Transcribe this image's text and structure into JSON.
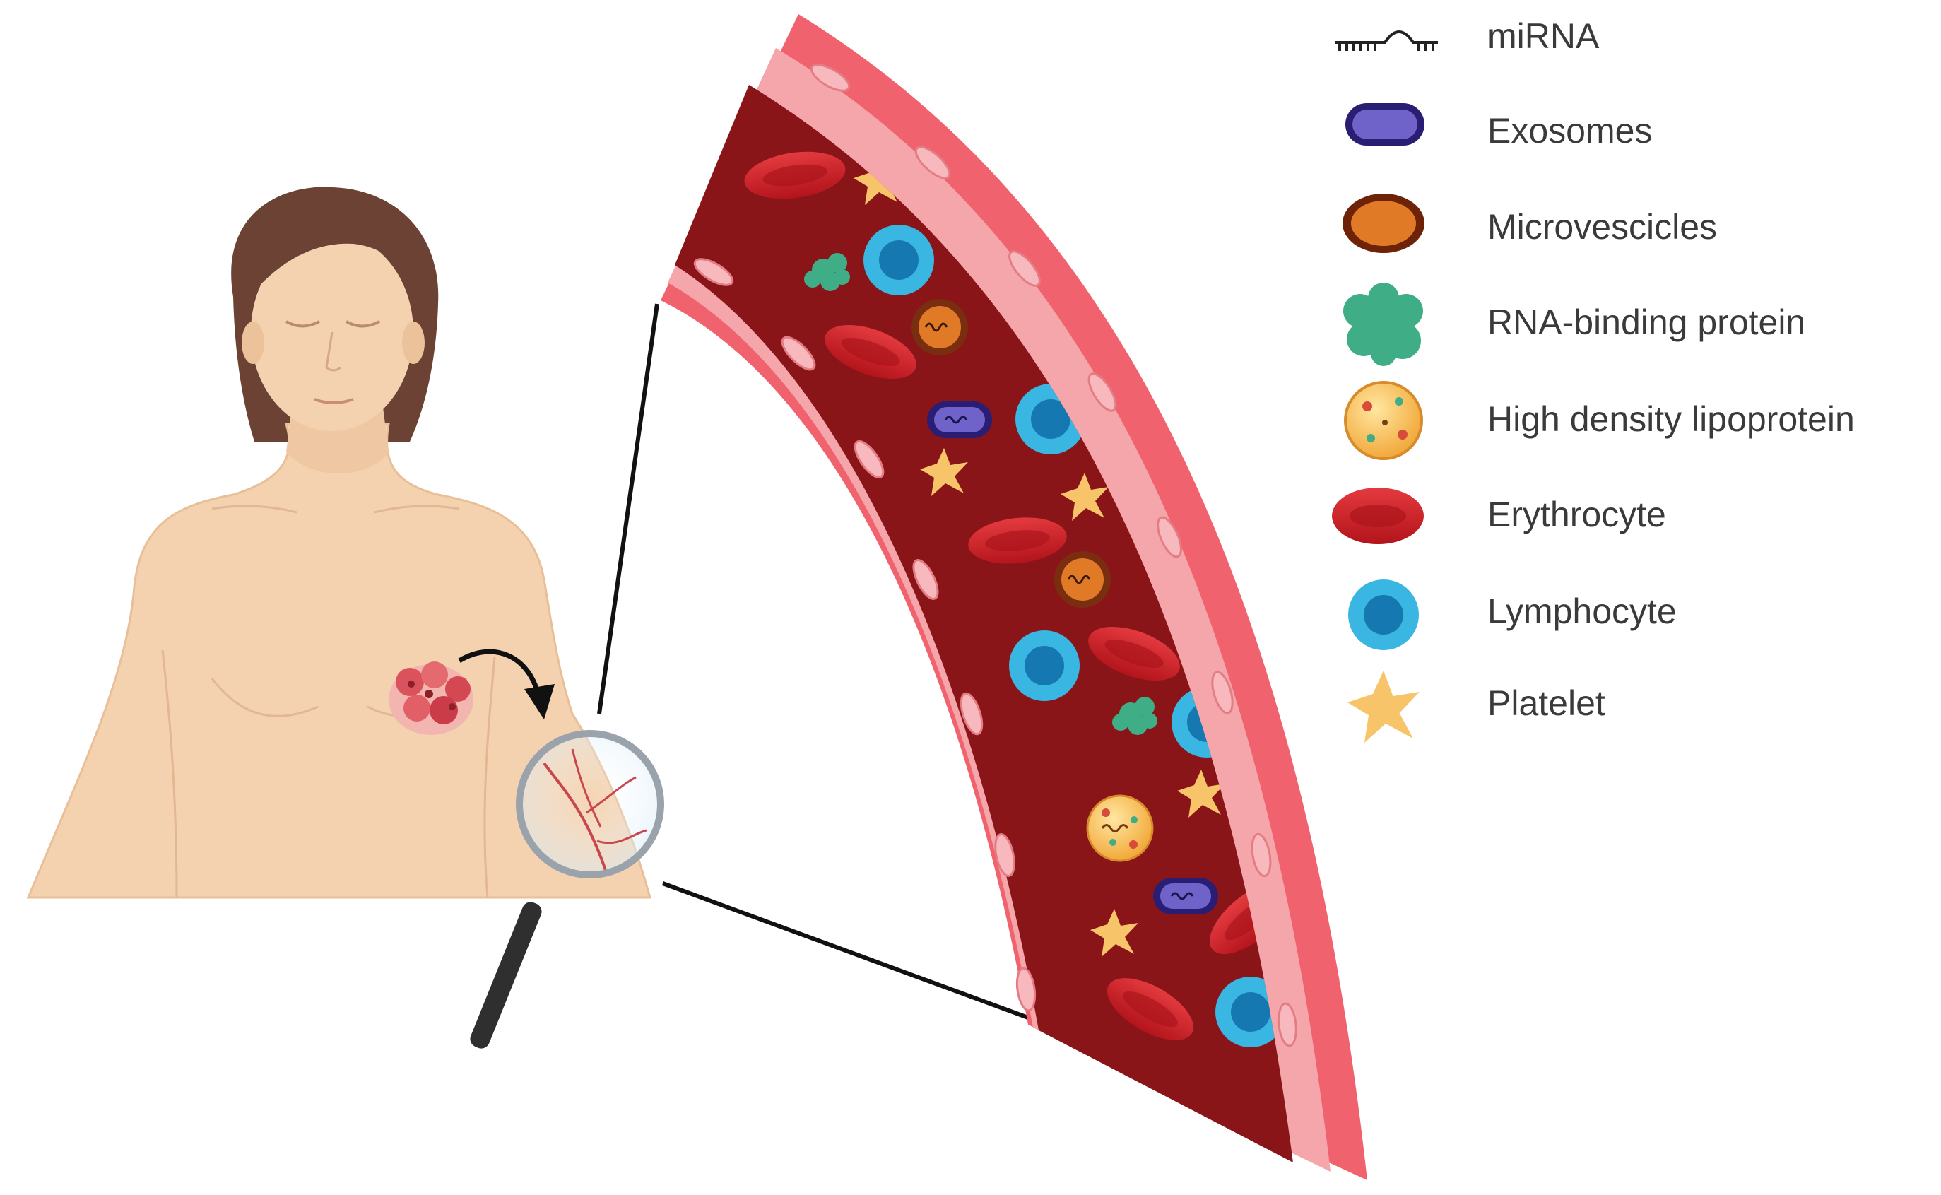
{
  "legend": {
    "items": [
      {
        "label": "miRNA",
        "icon": "mirna-icon"
      },
      {
        "label": "Exosomes",
        "icon": "exosome-icon",
        "color": "#6f63c9"
      },
      {
        "label": "Microvescicles",
        "icon": "microvesicle-icon",
        "color": "#e07a26"
      },
      {
        "label": "RNA-binding protein",
        "icon": "rna-binding-protein-icon",
        "color": "#3fae86"
      },
      {
        "label": "High density lipoprotein",
        "icon": "hdl-icon",
        "color": "#f2b24d"
      },
      {
        "label": "Erythrocyte",
        "icon": "erythrocyte-icon",
        "color": "#c8191f"
      },
      {
        "label": "Lymphocyte",
        "icon": "lymphocyte-icon",
        "color": "#38b3e0"
      },
      {
        "label": "Platelet",
        "icon": "platelet-icon",
        "color": "#f7c46a"
      }
    ]
  },
  "colors": {
    "skin": "#f4d2b0",
    "hair": "#6b4233",
    "vessel_wall": "#f0636e",
    "vessel_lumen": "#8a1518",
    "endothelium": "#f5a6ab"
  }
}
